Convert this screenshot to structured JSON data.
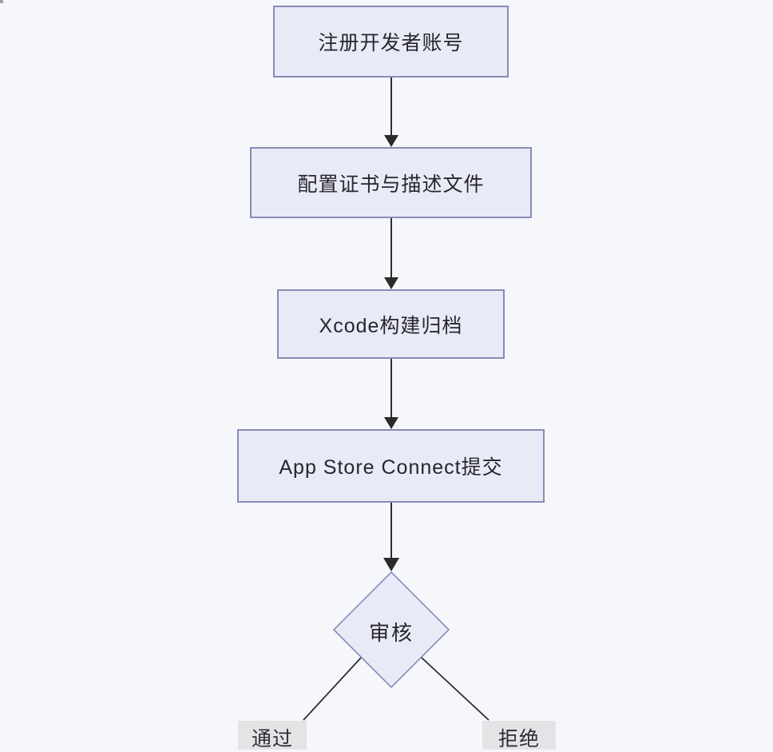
{
  "diagram": {
    "type": "flowchart",
    "direction": "top-down",
    "nodes": [
      {
        "shape": "rectangle",
        "label": "注册开发者账号"
      },
      {
        "shape": "rectangle",
        "label": "配置证书与描述文件"
      },
      {
        "shape": "rectangle",
        "label": "Xcode构建归档"
      },
      {
        "shape": "rectangle",
        "label": "App Store Connect提交"
      },
      {
        "shape": "diamond",
        "label": "审核"
      }
    ],
    "edge_labels": [
      {
        "label": "通过"
      },
      {
        "label": "拒绝"
      }
    ],
    "colors": {
      "node_fill": "#e9eaf8",
      "node_border": "#8a8ab8",
      "edge_line": "#2f2f2f",
      "edge_label_bg": "#e4e4e6",
      "text": "#26262b",
      "page_background": "#f6f7fb"
    }
  }
}
